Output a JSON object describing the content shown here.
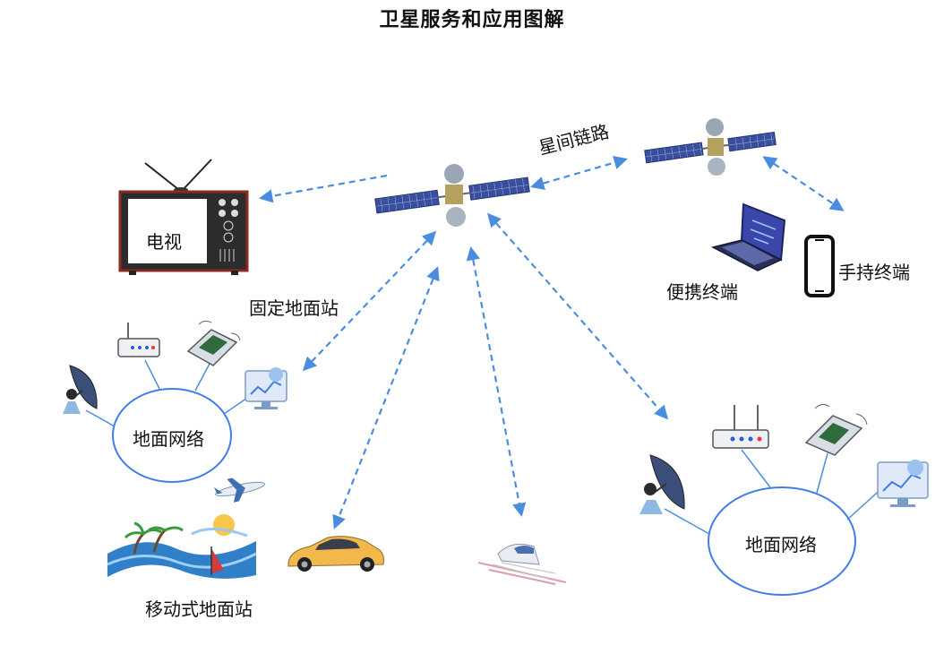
{
  "title": "卫星服务和应用图解",
  "labels": {
    "tv": "电视",
    "fixed_station": "固定地面站",
    "inter_satellite_link": "星间链路",
    "portable_terminal": "便携终端",
    "handheld_terminal": "手持终端",
    "ground_network_left": "地面网络",
    "ground_network_right": "地面网络",
    "mobile_station": "移动式地面站"
  },
  "colors": {
    "arrow": "#4a8de0",
    "network_ring": "#3f7ee8",
    "tv_frame": "#8b2a1f",
    "car": "#f2b84b",
    "panel": "#3a4f9c"
  },
  "icons": [
    "satellite-icon",
    "tv-icon",
    "laptop-icon",
    "phone-icon",
    "router-icon",
    "satphone-icon",
    "dish-icon",
    "monitor-icon",
    "airplane-icon",
    "island-icon",
    "car-icon",
    "train-icon"
  ]
}
